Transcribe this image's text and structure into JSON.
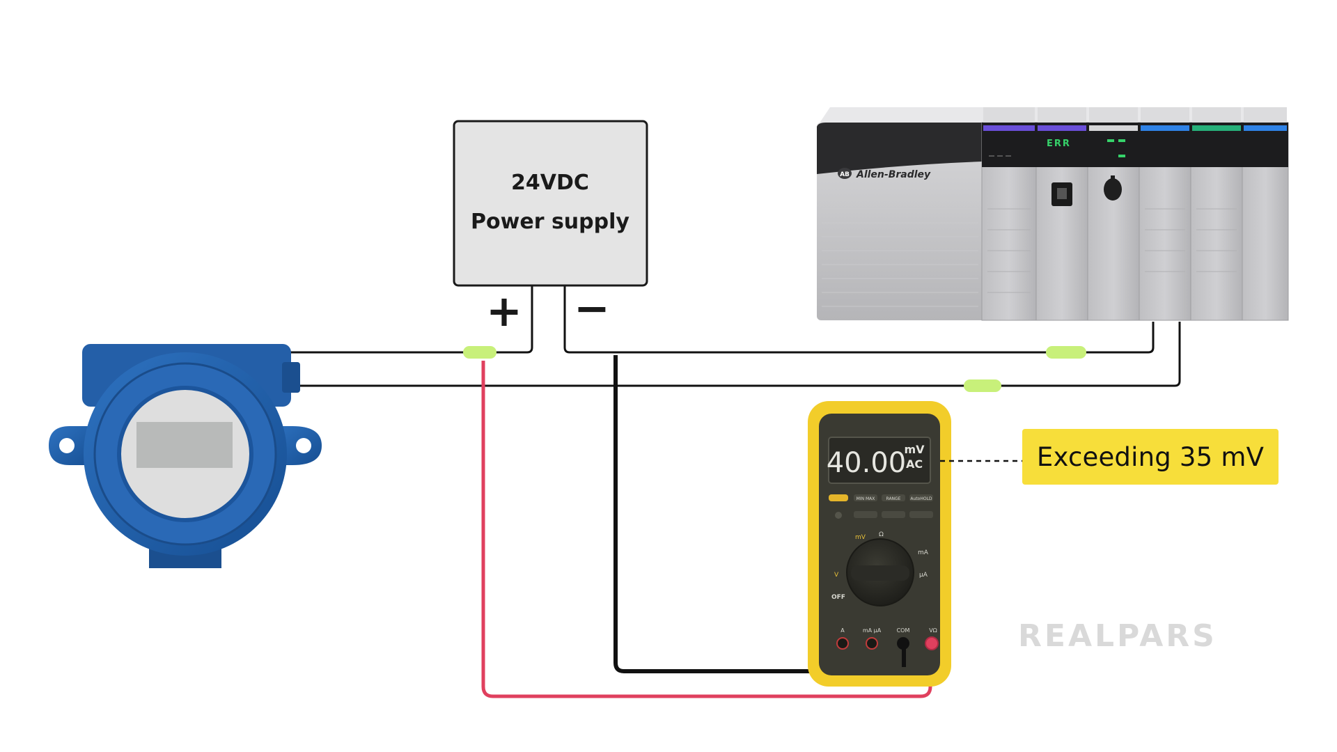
{
  "power_supply": {
    "voltage_label": "24VDC",
    "name_label": "Power supply",
    "positive_terminal": "+",
    "negative_terminal": "−"
  },
  "plc": {
    "brand_badge": "AB",
    "brand": "Allen-Bradley",
    "err_indicator": "ERR"
  },
  "multimeter": {
    "reading": "40.00",
    "unit": "mV",
    "mode": "AC",
    "buttons": [
      "MIN MAX",
      "RANGE",
      "AutoHOLD"
    ],
    "dial_off": "OFF",
    "terminals": [
      "A",
      "mA μA",
      "COM",
      "VΩ"
    ]
  },
  "callout": {
    "text": "Exceeding 35 mV"
  },
  "watermark": {
    "text": "REALPARS"
  },
  "colors": {
    "wire_black": "#111111",
    "wire_red": "#e0405e",
    "connector_green": "#c8f07a",
    "transmitter_blue": "#1f5ea8",
    "multimeter_yellow": "#f2cd2a",
    "callout_yellow": "#f7de3a"
  }
}
